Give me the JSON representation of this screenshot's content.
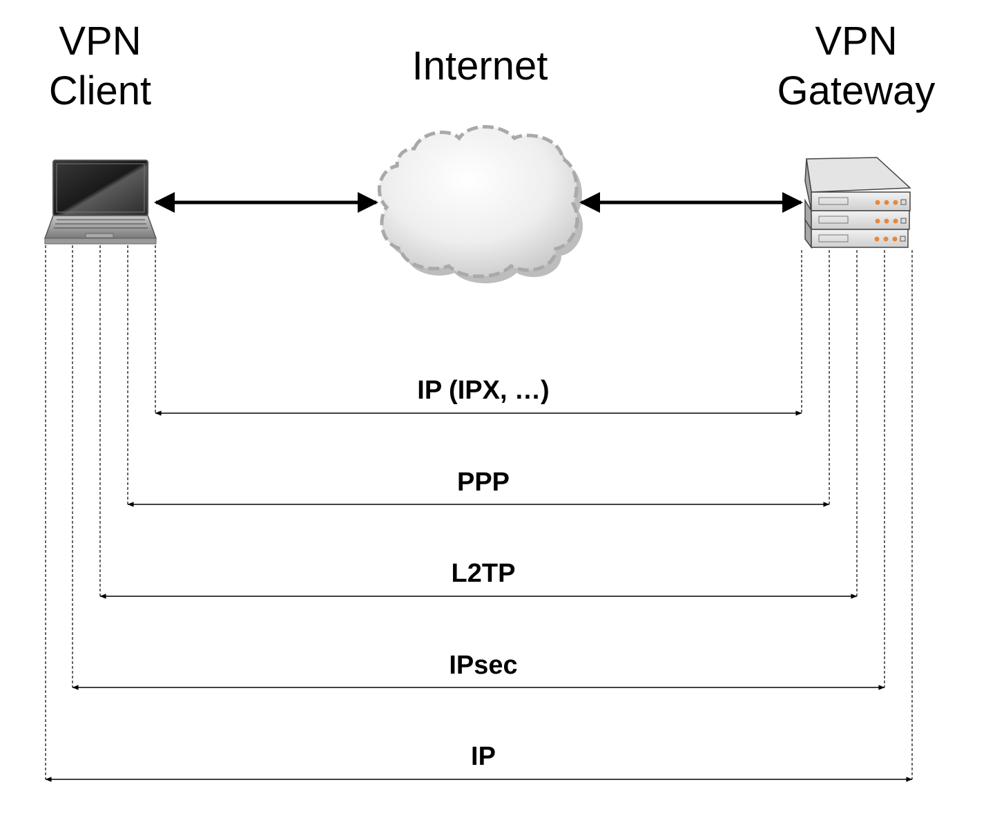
{
  "nodes": {
    "client": {
      "line1": "VPN",
      "line2": "Client"
    },
    "internet": {
      "label": "Internet"
    },
    "gateway": {
      "line1": "VPN",
      "line2": "Gateway"
    }
  },
  "layers": [
    {
      "label": "IP (IPX, …)"
    },
    {
      "label": "PPP"
    },
    {
      "label": "L2TP"
    },
    {
      "label": "IPsec"
    },
    {
      "label": "IP"
    }
  ],
  "colors": {
    "line": "#000000",
    "cloud_dash": "#a9a9a9",
    "server_led": "#e8873a"
  },
  "icons": [
    "laptop-icon",
    "cloud-icon",
    "server-stack-icon"
  ]
}
